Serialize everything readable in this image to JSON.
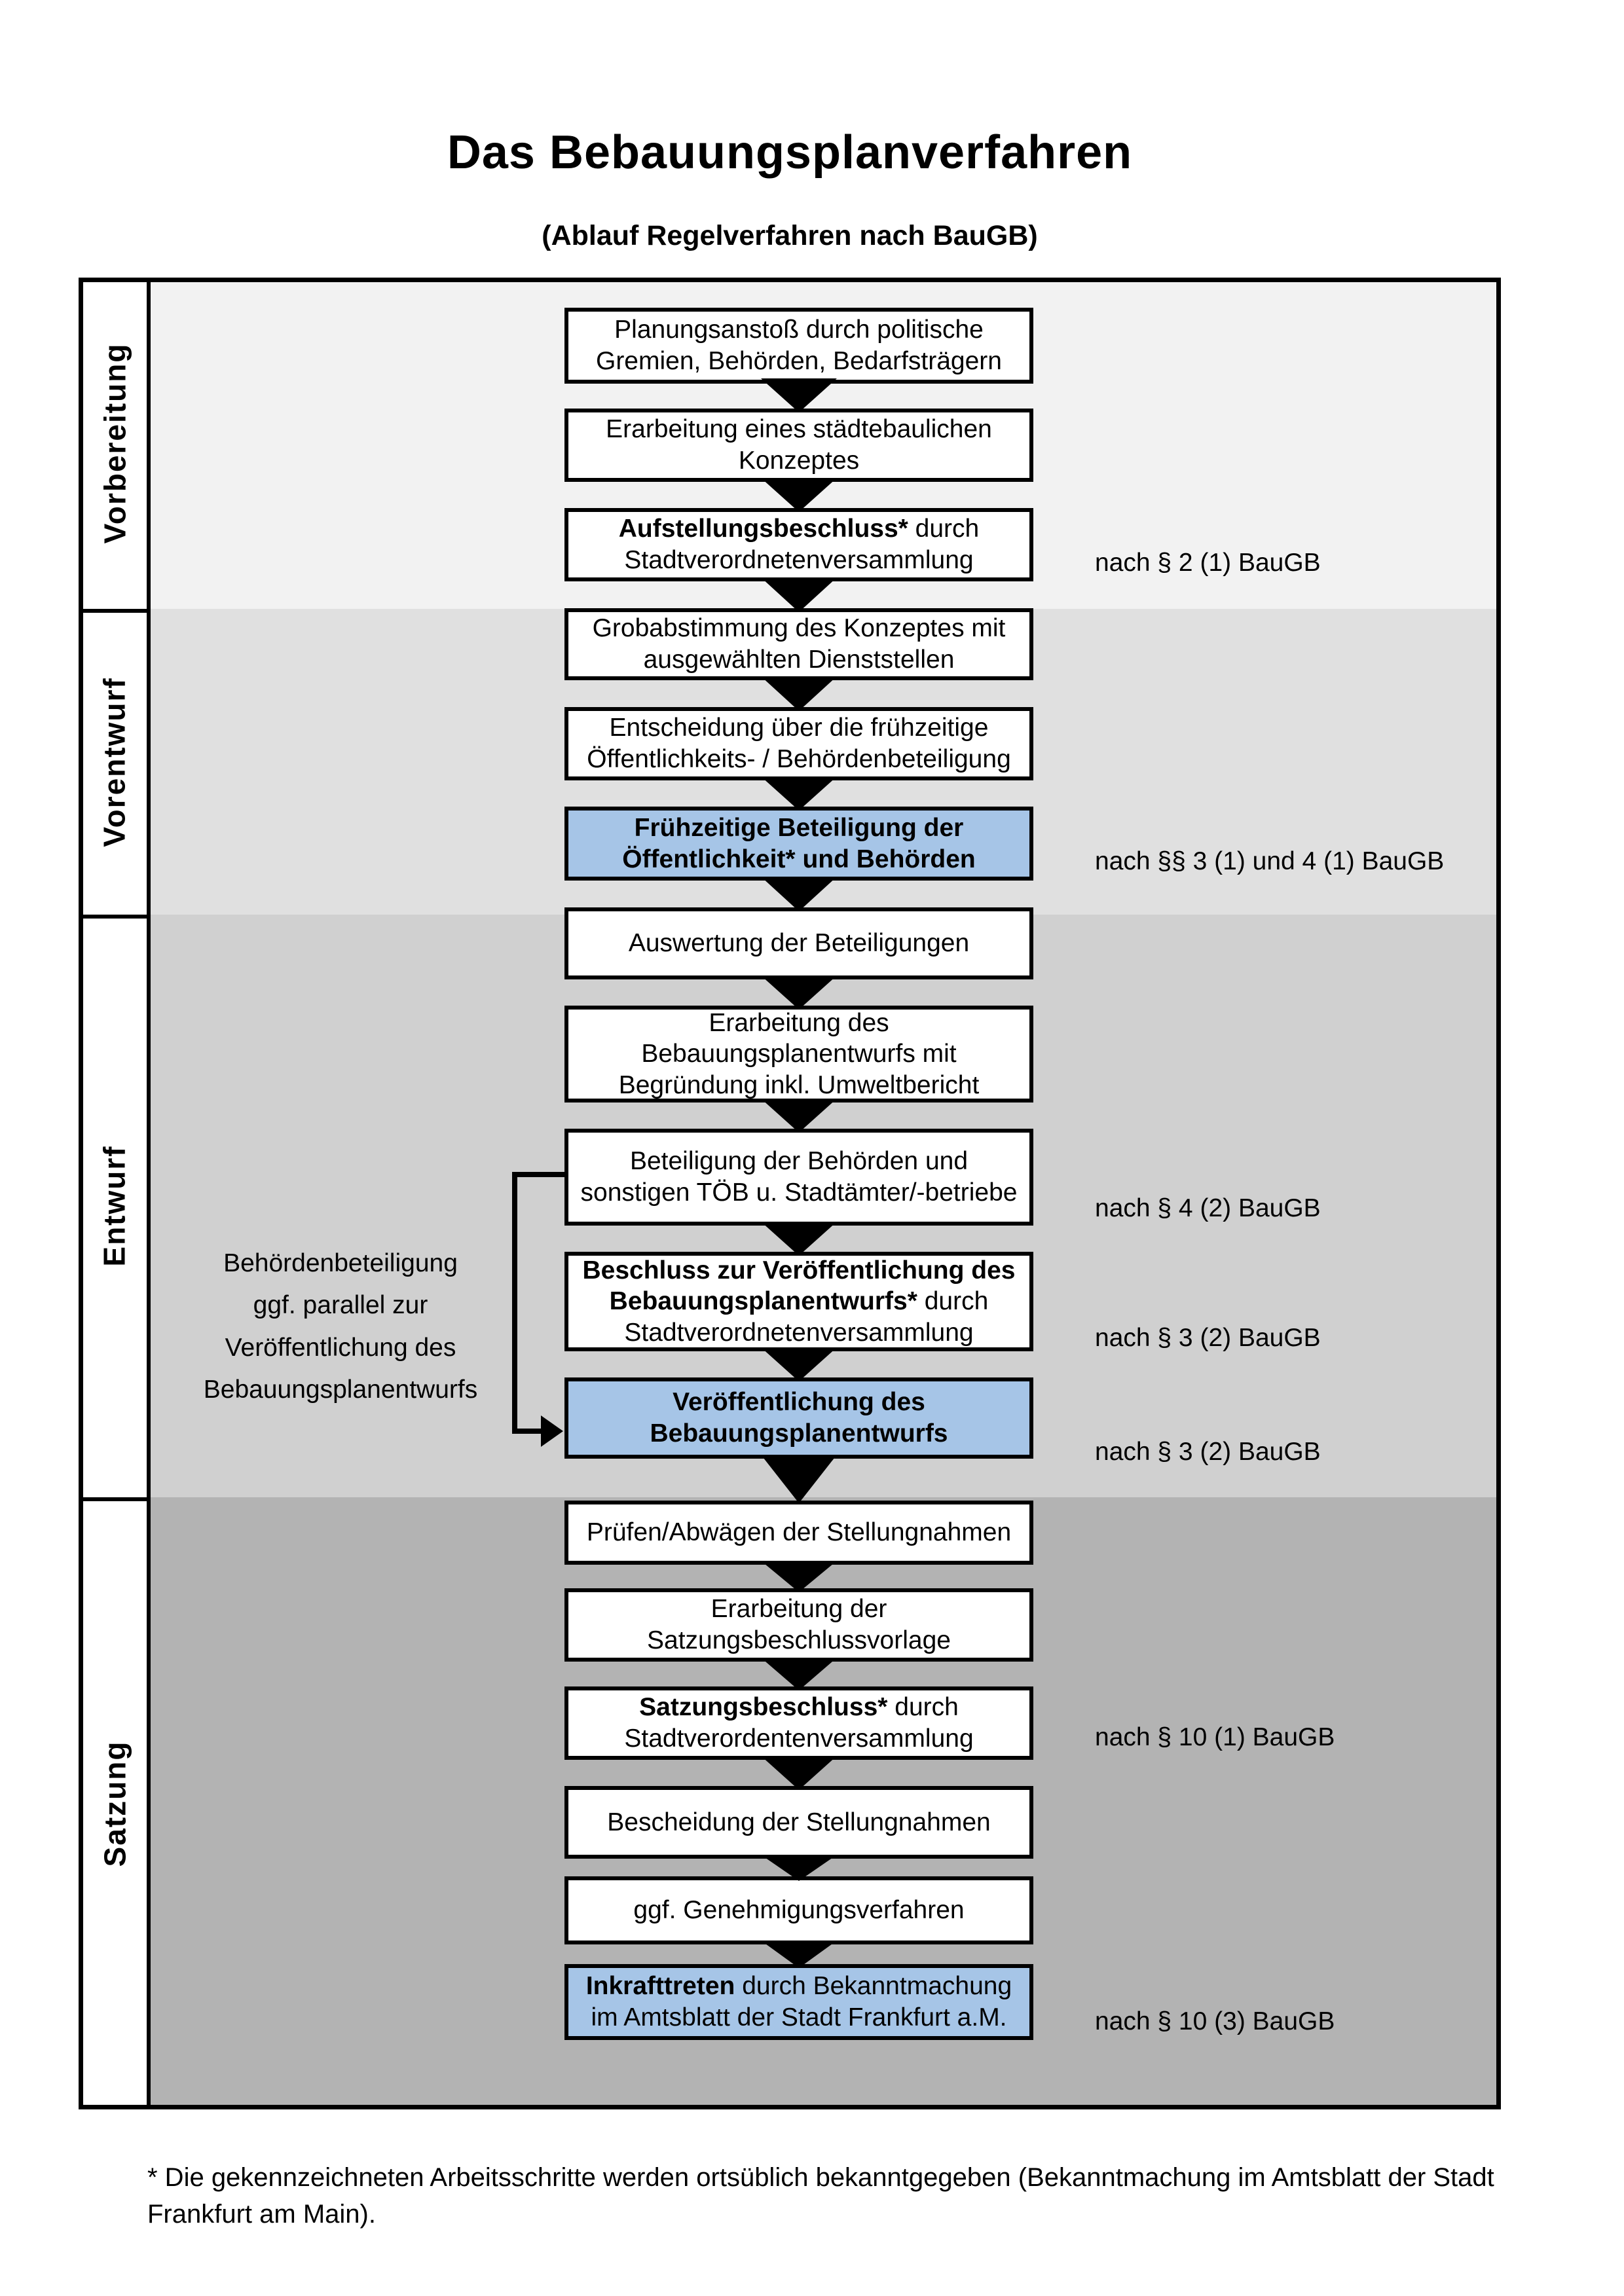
{
  "title": "Das Bebauungsplanverfahren",
  "subtitle": "(Ablauf Regelverfahren nach BauGB)",
  "colors": {
    "highlight_blue": "#A6C5E7",
    "phase_bg": [
      "#F2F2F2",
      "#E0E0E0",
      "#D0D0D0",
      "#B3B3B3"
    ]
  },
  "phases": [
    {
      "label": "Vorbereitung"
    },
    {
      "label": "Vorentwurf"
    },
    {
      "label": "Entwurf"
    },
    {
      "label": "Satzung"
    }
  ],
  "boxes": [
    {
      "bold": "",
      "rest": "Planungsanstoß durch politische\nGremien, Behörden, Bedarfsträgern",
      "highlighted": false
    },
    {
      "bold": "",
      "rest": "Erarbeitung eines städtebaulichen\nKonzeptes",
      "highlighted": false
    },
    {
      "bold": "Aufstellungsbeschluss*",
      "rest": " durch\nStadtverordnetenversammlung",
      "highlighted": false
    },
    {
      "bold": "",
      "rest": "Grobabstimmung des Konzeptes mit\nausgewählten Dienststellen",
      "highlighted": false
    },
    {
      "bold": "",
      "rest": "Entscheidung über die frühzeitige\nÖffentlichkeits- / Behördenbeteiligung",
      "highlighted": false
    },
    {
      "bold": "Frühzeitige Beteiligung der\nÖffentlichkeit* und Behörden",
      "rest": "",
      "highlighted": true
    },
    {
      "bold": "",
      "rest": "Auswertung der Beteiligungen",
      "highlighted": false
    },
    {
      "bold": "",
      "rest": "Erarbeitung des\nBebauungsplanentwurfs mit\nBegründung inkl. Umweltbericht",
      "highlighted": false
    },
    {
      "bold": "",
      "rest": "Beteiligung der Behörden und\nsonstigen TÖB u. Stadtämter/-betriebe",
      "highlighted": false
    },
    {
      "bold": "Beschluss zur Veröffentlichung des\nBebauungsplanentwurfs*",
      "rest": " durch\nStadtverordnetenversammlung",
      "highlighted": false
    },
    {
      "bold": "Veröffentlichung des\nBebauungsplanentwurfs",
      "rest": "",
      "highlighted": true
    },
    {
      "bold": "",
      "rest": "Prüfen/Abwägen der Stellungnahmen",
      "highlighted": false
    },
    {
      "bold": "",
      "rest": "Erarbeitung der\nSatzungsbeschlussvorlage",
      "highlighted": false
    },
    {
      "bold": "Satzungsbeschluss*",
      "rest": " durch\nStadtverordentenversammlung",
      "highlighted": false
    },
    {
      "bold": "",
      "rest": "Bescheidung der Stellungnahmen",
      "highlighted": false
    },
    {
      "bold": "",
      "rest": "ggf. Genehmigungsverfahren",
      "highlighted": false
    },
    {
      "bold": "Inkrafttreten",
      "rest": " durch Bekanntmachung\nim Amtsblatt der Stadt Frankfurt a.M.",
      "highlighted": true
    }
  ],
  "refs": [
    {
      "text": "nach § 2 (1) BauGB"
    },
    {
      "text": "nach §§ 3 (1) und 4 (1) BauGB"
    },
    {
      "text": "nach § 4 (2) BauGB"
    },
    {
      "text": "nach § 3 (2) BauGB"
    },
    {
      "text": "nach § 3 (2) BauGB"
    },
    {
      "text": "nach § 10 (1) BauGB"
    },
    {
      "text": "nach § 10 (3) BauGB"
    }
  ],
  "side_note": "Behördenbeteiligung\nggf. parallel zur\nVeröffentlichung des\nBebauungsplanentwurfs",
  "footnote": "* Die gekennzeichneten Arbeitsschritte werden ortsüblich bekanntgegeben (Bekanntmachung im Amtsblatt  der Stadt\nFrankfurt am Main)."
}
